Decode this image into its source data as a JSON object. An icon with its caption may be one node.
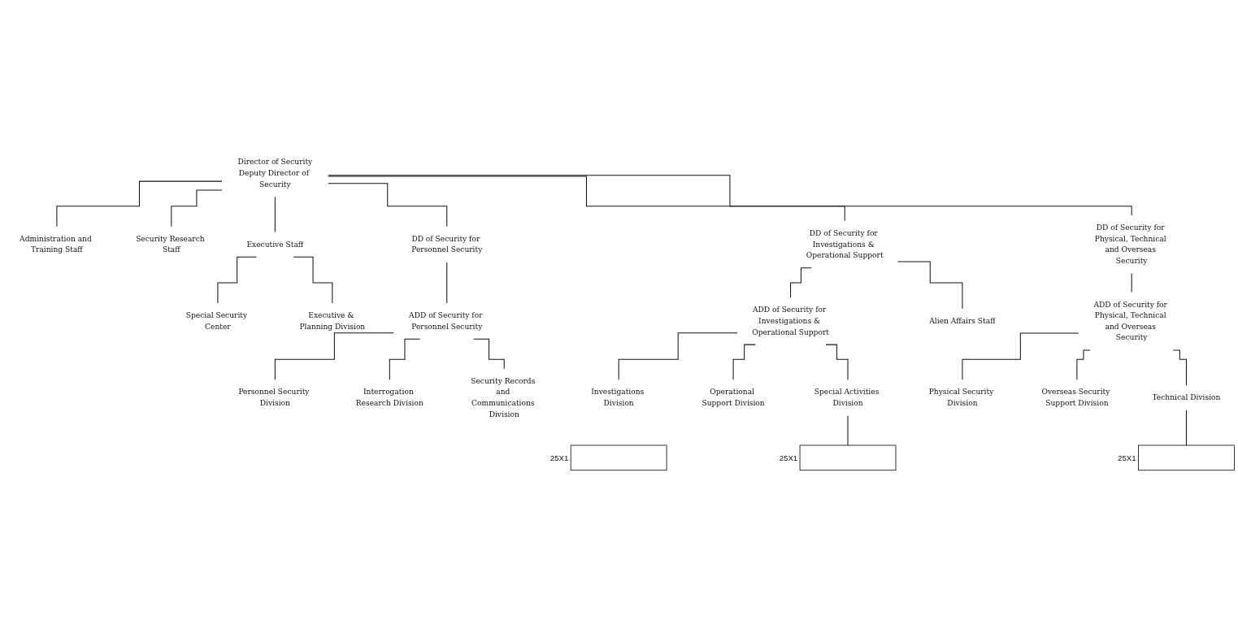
{
  "diagram": {
    "nodes": [
      {
        "text": [
          "Director of Security",
          "Deputy Director of Security"
        ]
      },
      {
        "text": [
          "Administration and Training Staff"
        ]
      },
      {
        "text": [
          "Security Research Staff"
        ]
      },
      {
        "text": [
          "Executive Staff"
        ]
      },
      {
        "text": [
          "Special Security Center"
        ]
      },
      {
        "text": [
          "Executive & Planning Division"
        ]
      },
      {
        "text": [
          "DD of Security for Personnel Security"
        ]
      },
      {
        "text": [
          "DD of Security for Investigations & Operational Support"
        ]
      },
      {
        "text": [
          "DD of Security for Physical, Technical and Overseas Security"
        ]
      },
      {
        "text": [
          "ADD of Security for Personnel Security"
        ]
      },
      {
        "text": [
          "ADD of Security for Investigations & Operational Support"
        ]
      },
      {
        "text": [
          "Alien Affairs Staff"
        ]
      },
      {
        "text": [
          "ADD of Security for Physical, Technical and Overseas Security"
        ]
      },
      {
        "text": [
          "Personnel Security Division"
        ]
      },
      {
        "text": [
          "Interrogation Research Division"
        ]
      },
      {
        "text": [
          "Security Records and Communications Division"
        ]
      },
      {
        "text": [
          "Investigations Division"
        ]
      },
      {
        "text": [
          "Operational Support Division"
        ]
      },
      {
        "text": [
          "Special Activities Division"
        ]
      },
      {
        "text": [],
        "shape": "box",
        "beside": [
          "25X1"
        ]
      },
      {
        "text": [],
        "shape": "box",
        "beside": [
          "25X1"
        ]
      },
      {
        "text": [
          "Physical Security Division"
        ]
      },
      {
        "text": [
          "Overseas Security Support Division"
        ]
      },
      {
        "text": [
          "Technical Division"
        ]
      },
      {
        "text": [],
        "shape": "box",
        "beside": [
          "25X1"
        ]
      }
    ],
    "edges": [
      {
        "from": 0,
        "to": 1,
        "arrow": "none"
      },
      {
        "from": 0,
        "to": 2,
        "arrow": "none"
      },
      {
        "from": 0,
        "to": 3,
        "arrow": "none"
      },
      {
        "from": 3,
        "to": 4,
        "arrow": "none"
      },
      {
        "from": 3,
        "to": 5,
        "arrow": "none"
      },
      {
        "from": 0,
        "to": 6,
        "arrow": "none"
      },
      {
        "from": 0,
        "to": 7,
        "arrow": "none"
      },
      {
        "from": 0,
        "to": 8,
        "arrow": "none"
      },
      {
        "from": 6,
        "to": 9,
        "arrow": "none"
      },
      {
        "from": 7,
        "to": 10,
        "arrow": "none"
      },
      {
        "from": 7,
        "to": 11,
        "arrow": "none"
      },
      {
        "from": 8,
        "to": 12,
        "arrow": "none"
      },
      {
        "from": 9,
        "to": 13,
        "arrow": "none"
      },
      {
        "from": 9,
        "to": 14,
        "arrow": "none"
      },
      {
        "from": 9,
        "to": 15,
        "arrow": "none"
      },
      {
        "from": 10,
        "to": 16,
        "arrow": "none"
      },
      {
        "from": 10,
        "to": 17,
        "arrow": "none"
      },
      {
        "from": 10,
        "to": 18,
        "arrow": "none"
      },
      {
        "from": 18,
        "to": 20,
        "arrow": "none"
      },
      {
        "from": 12,
        "to": 21,
        "arrow": "none"
      },
      {
        "from": 12,
        "to": 22,
        "arrow": "none"
      },
      {
        "from": 12,
        "to": 23,
        "arrow": "none"
      },
      {
        "from": 23,
        "to": 24,
        "arrow": "none"
      }
    ]
  }
}
